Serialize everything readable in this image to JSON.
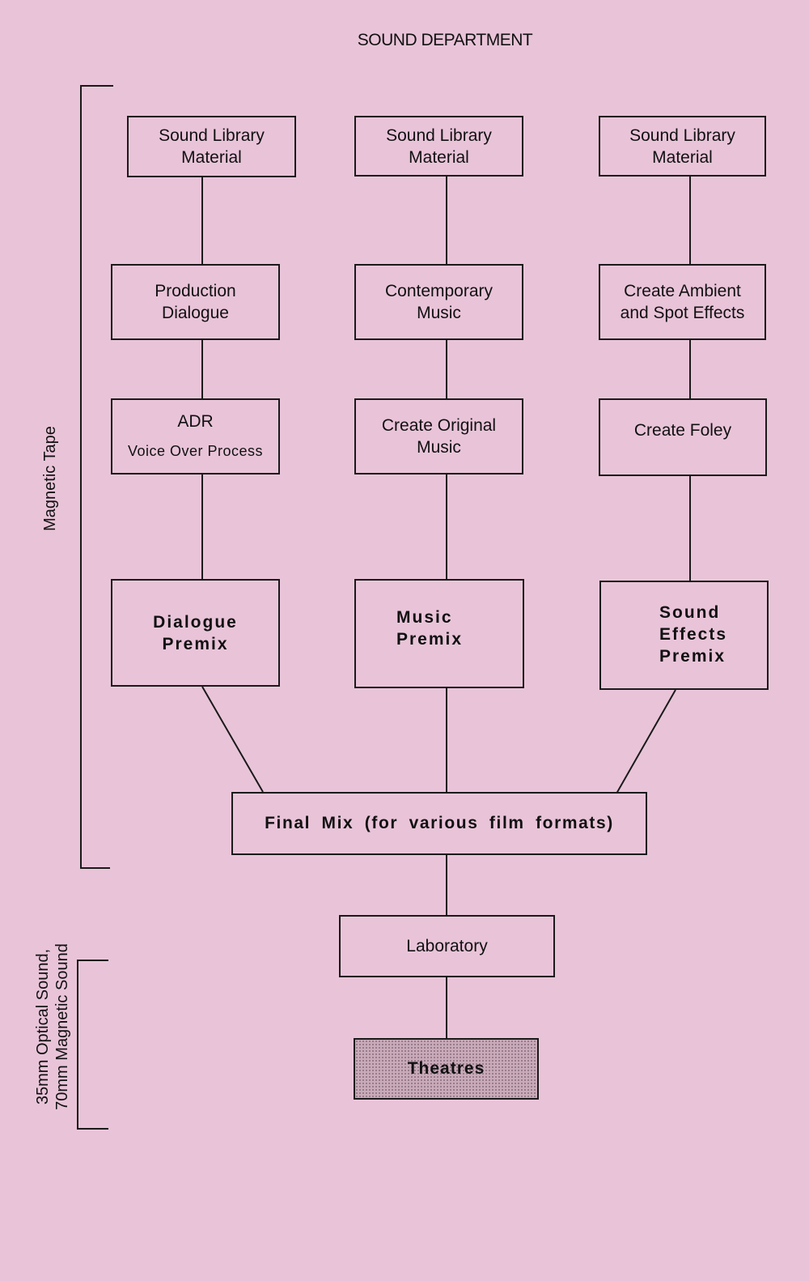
{
  "title": "SOUND DEPARTMENT",
  "brackets": {
    "magnetic_tape": "Magnetic Tape",
    "release": [
      "35mm Optical Sound,",
      "70mm Magnetic Sound"
    ]
  },
  "columns": {
    "dialogue": {
      "library": [
        "Sound Library",
        "Material"
      ],
      "source": [
        "Production",
        "Dialogue"
      ],
      "process": {
        "main": "ADR",
        "sub": "Voice Over Process"
      },
      "premix": [
        "Dialogue",
        "Premix"
      ]
    },
    "music": {
      "library": [
        "Sound Library",
        "Material"
      ],
      "source": [
        "Contemporary",
        "Music"
      ],
      "process": [
        "Create Original",
        "Music"
      ],
      "premix": [
        "Music",
        "Premix"
      ]
    },
    "effects": {
      "library": [
        "Sound Library",
        "Material"
      ],
      "source": [
        "Create Ambient",
        "and Spot Effects"
      ],
      "process": [
        "Create Foley"
      ],
      "premix": [
        "Sound",
        "Effects",
        "Premix"
      ]
    }
  },
  "final_mix": "Final Mix (for various film formats)",
  "laboratory": "Laboratory",
  "theatres": "Theatres",
  "colors": {
    "paper": "#e9c4d9",
    "ink": "#1a1a1a",
    "theatres_fill": "#c9aab9"
  }
}
